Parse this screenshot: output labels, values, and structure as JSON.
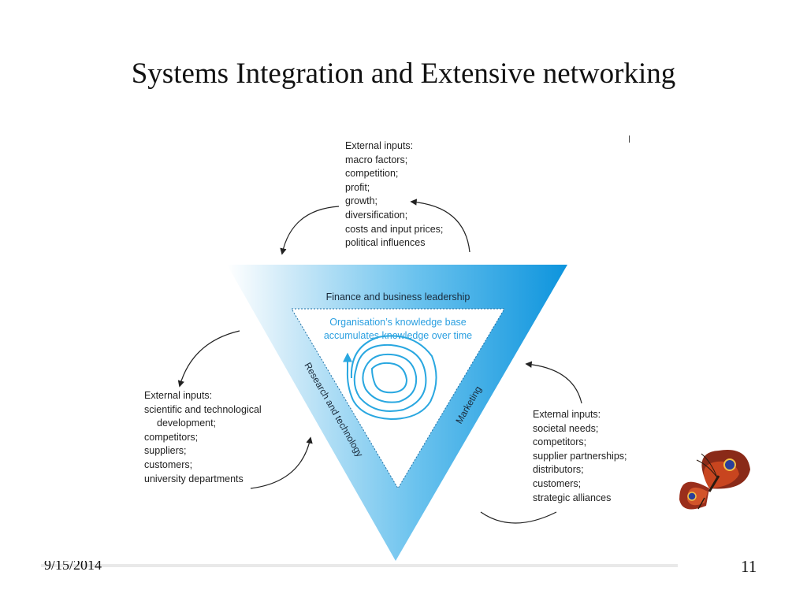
{
  "slide": {
    "title": "Systems Integration and Extensive networking",
    "date": "9/15/2014",
    "page_number": "11"
  },
  "diagram": {
    "top_bar_label": "Finance and business leadership",
    "left_side_label": "Research and technology",
    "right_side_label": "Marketing",
    "center_text": [
      "Organisation’s knowledge base",
      "accumulates knowledge over time"
    ],
    "top_inputs": {
      "heading": "External inputs:",
      "items": [
        "macro factors;",
        "competition;",
        "profit;",
        "growth;",
        "diversification;",
        "costs and input prices;",
        "political influences"
      ]
    },
    "left_inputs": {
      "heading": "External inputs:",
      "items": [
        "scientific and technological",
        "development;",
        "competitors;",
        "suppliers;",
        "customers;",
        "university departments"
      ]
    },
    "right_inputs": {
      "heading": "External inputs:",
      "items": [
        "societal needs;",
        "competitors;",
        "supplier partnerships;",
        "distributors;",
        "customers;",
        "strategic alliances"
      ]
    },
    "colors": {
      "triangle_dark": "#0d94dd",
      "triangle_light": "#ffffff",
      "center_text": "#2a9fe0",
      "spiral": "#29a7e0",
      "arrow": "#222222"
    }
  },
  "decorations": {
    "butterfly": "butterfly-icon"
  }
}
